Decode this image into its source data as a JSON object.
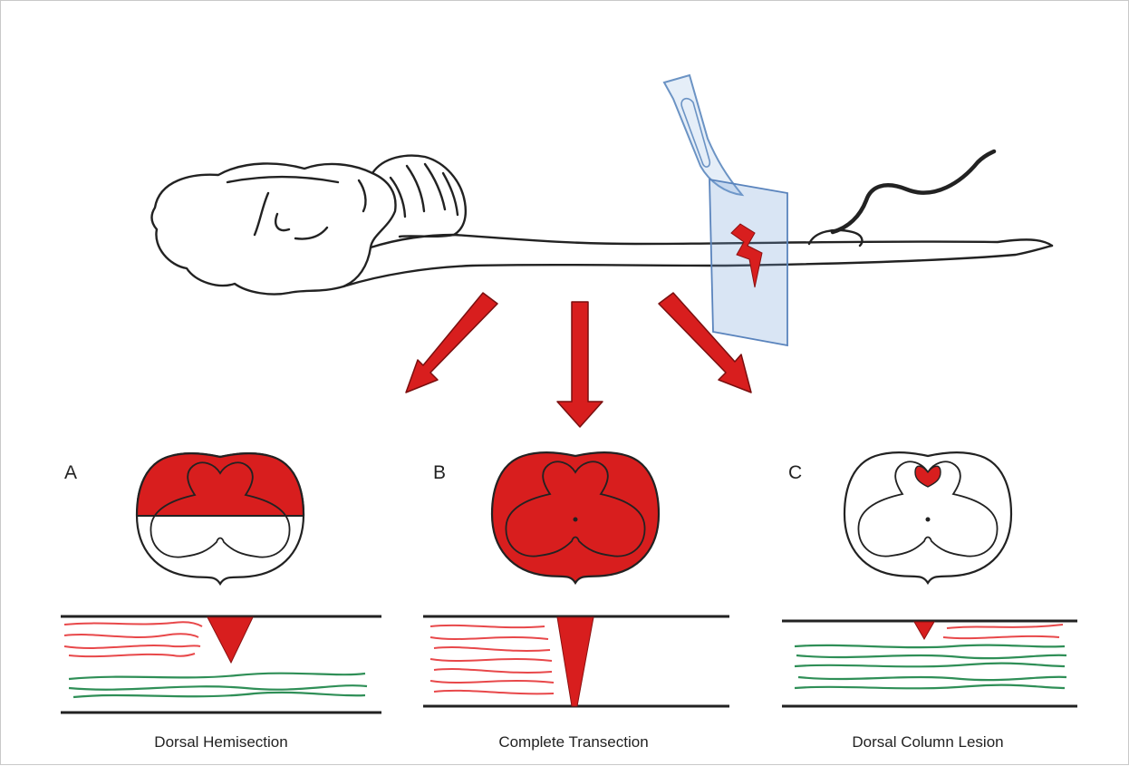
{
  "panels": [
    {
      "letter": "A",
      "caption": "Dorsal Hemisection"
    },
    {
      "letter": "B",
      "caption": "Complete Transection"
    },
    {
      "letter": "C",
      "caption": "Dorsal Column Lesion"
    }
  ],
  "colors": {
    "lesion_red": "#d81e1e",
    "damaged_axon_red": "#e8484a",
    "spared_axon_green": "#2f8f57",
    "outline": "#222222",
    "blade_blue": "#6b93c4"
  }
}
